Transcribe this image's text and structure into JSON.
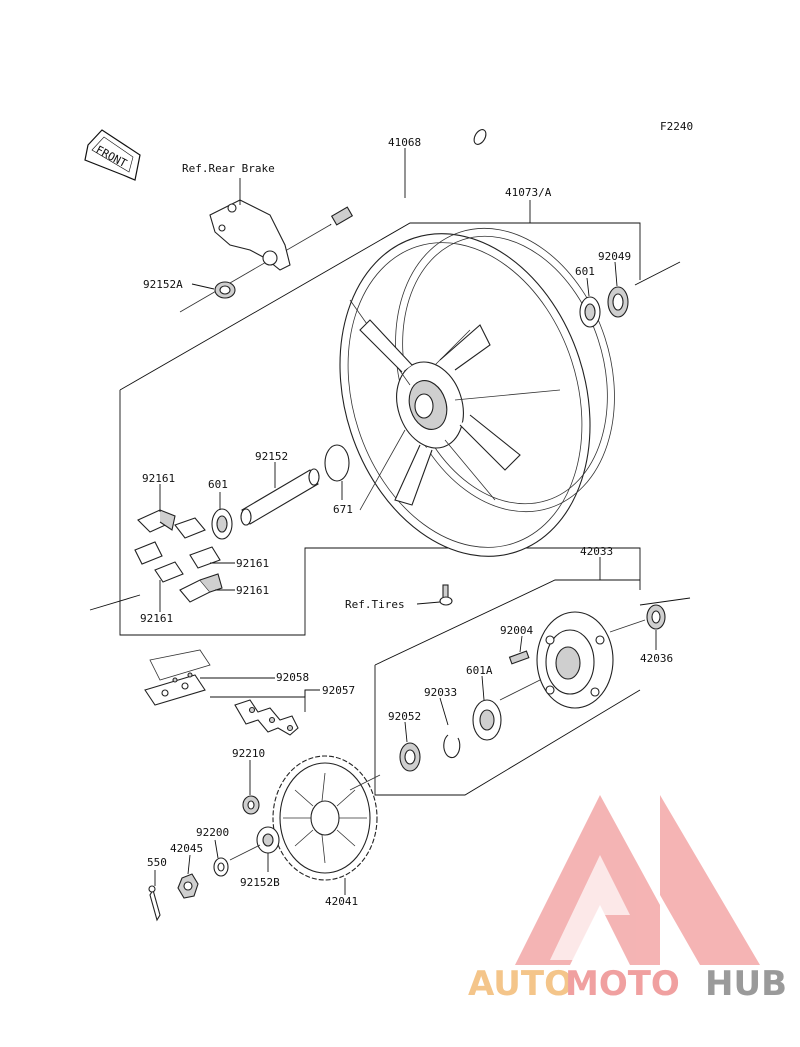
{
  "figure_code": "F2240",
  "front_label": "FRONT",
  "refs": {
    "rear_brake": "Ref.Rear Brake",
    "tires": "Ref.Tires"
  },
  "parts": {
    "p41068": "41068",
    "p41073A": "41073/A",
    "p92049": "92049",
    "p601_top": "601",
    "p92152A": "92152A",
    "p92152": "92152",
    "p671": "671",
    "p92161_a": "92161",
    "p601_left": "601",
    "p92161_b": "92161",
    "p92161_c": "92161",
    "p92161_d": "92161",
    "p42033": "42033",
    "p42036": "42036",
    "p92004": "92004",
    "p601A": "601A",
    "p92033": "92033",
    "p92052": "92052",
    "p92058": "92058",
    "p92057": "92057",
    "p92210": "92210",
    "p92200": "92200",
    "p42045": "42045",
    "p550": "550",
    "p92152B": "92152B",
    "p42041": "42041"
  },
  "watermark": {
    "auto": "AUTO",
    "moto": "MOTO",
    "hub": "HUB",
    "colors": {
      "auto": "#f4c58a",
      "moto": "#f0a0a0",
      "hub": "#9a9a9a",
      "logo": "#f0a0a0"
    }
  }
}
